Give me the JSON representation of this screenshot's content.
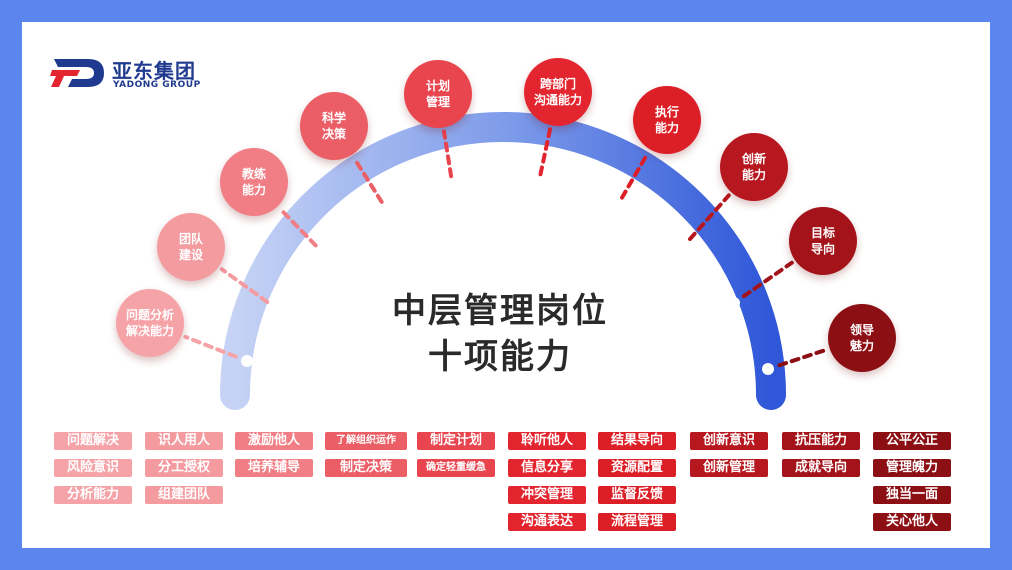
{
  "logo": {
    "cn": "亚东集团",
    "en": "YADONG GROUP"
  },
  "title": {
    "line1": "中层管理岗位",
    "line2": "十项能力"
  },
  "abilities": [
    {
      "label": "问题分析\n解决能力",
      "color": "#f6a3a8"
    },
    {
      "label": "团队\n建设",
      "color": "#f49ba0"
    },
    {
      "label": "教练\n能力",
      "color": "#f07e84"
    },
    {
      "label": "科学\n决策",
      "color": "#ec5e66"
    },
    {
      "label": "计划\n管理",
      "color": "#e8454e"
    },
    {
      "label": "跨部门\n沟通能力",
      "color": "#e3252f"
    },
    {
      "label": "执行\n能力",
      "color": "#dc1f27"
    },
    {
      "label": "创新\n能力",
      "color": "#b7181f"
    },
    {
      "label": "目标\n导向",
      "color": "#a31319"
    },
    {
      "label": "领导\n魅力",
      "color": "#8c0f14"
    }
  ],
  "skill_columns": [
    {
      "color": "#f6a3a8",
      "items": [
        "问题解决",
        "风险意识",
        "分析能力"
      ]
    },
    {
      "color": "#f49ba0",
      "items": [
        "识人用人",
        "分工授权",
        "组建团队"
      ]
    },
    {
      "color": "#f07e84",
      "items": [
        "激励他人",
        "培养辅导"
      ]
    },
    {
      "color": "#ec5e66",
      "items": [
        "了解组织运作",
        "制定决策"
      ]
    },
    {
      "color": "#e8454e",
      "items": [
        "制定计划",
        "确定轻重缓急"
      ]
    },
    {
      "color": "#e3252f",
      "items": [
        "聆听他人",
        "信息分享",
        "冲突管理",
        "沟通表达"
      ]
    },
    {
      "color": "#dc1f27",
      "items": [
        "结果导向",
        "资源配置",
        "监督反馈",
        "流程管理"
      ]
    },
    {
      "color": "#b7181f",
      "items": [
        "创新意识",
        "创新管理"
      ]
    },
    {
      "color": "#a31319",
      "items": [
        "抗压能力",
        "成就导向"
      ]
    },
    {
      "color": "#8c0f14",
      "items": [
        "公平公正",
        "管理魄力",
        "独当一面",
        "关心他人"
      ]
    }
  ]
}
